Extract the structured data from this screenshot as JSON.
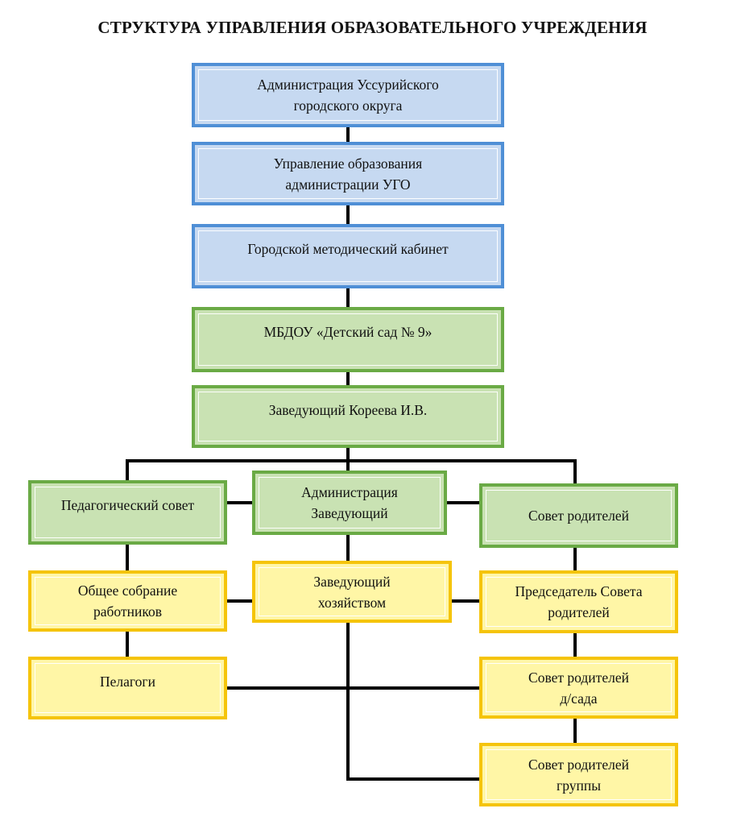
{
  "title": "СТРУКТУРА УПРАВЛЕНИЯ ОБРАЗОВАТЕЛЬНОГО УЧРЕЖДЕНИЯ",
  "nodes": {
    "admin_ugo": "Администрация Уссурийского\nгородского округа",
    "education_dept": "Управление образования\nадминистрации УГО",
    "methodical_office": "Городской методический кабинет",
    "kindergarten": "МБДОУ «Детский сад № 9»",
    "head": "Заведующий Кореева И.В.",
    "ped_council": "Педагогический совет",
    "administration": "Администрация\nЗаведующий",
    "parents_council": "Совет родителей",
    "general_meeting": "Общее собрание\nработников",
    "household_head": "Заведующий\nхозяйством",
    "council_chair": "Председатель Совета\nродителей",
    "teachers": "Пелагоги",
    "kindergarten_parents": "Совет родителей\nд/сада",
    "group_parents": "Совет родителей\nгруппы"
  },
  "colors": {
    "blue_fill": "#c6d9f1",
    "blue_border": "#4f8fd6",
    "green_fill": "#c9e2b3",
    "green_border": "#6aaa45",
    "yellow_fill": "#fff6a6",
    "yellow_border": "#f5c40b",
    "connector": "#000000"
  }
}
